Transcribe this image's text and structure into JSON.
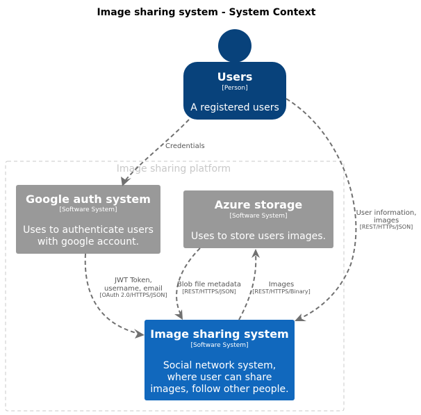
{
  "diagram": {
    "title": "Image sharing system - System Context",
    "boundary": {
      "label": "Image sharing platform"
    },
    "colors": {
      "person": "#08427b",
      "internal_system": "#1168bd",
      "external_system": "#999999",
      "edge": "#707070"
    },
    "nodes": {
      "users": {
        "title": "Users",
        "type": "[Person]",
        "description": [
          "A registered users"
        ]
      },
      "google_auth": {
        "title": "Google auth system",
        "type": "[Software System]",
        "description": [
          "Uses to authenticate users",
          "with google account."
        ]
      },
      "azure_storage": {
        "title": "Azure storage",
        "type": "[Software System]",
        "description": [
          "Uses to store users images."
        ]
      },
      "image_sharing": {
        "title": "Image sharing system",
        "type": "[Software System]",
        "description": [
          "Social network system,",
          "where user can share",
          "images, follow other people."
        ]
      }
    },
    "edges": {
      "credentials": {
        "label": [
          "Credentials"
        ],
        "tech": ""
      },
      "user_info": {
        "label": [
          "User information,",
          "images"
        ],
        "tech": "[REST/HTTPs/JSON]"
      },
      "jwt": {
        "label": [
          "JWT Token,",
          "username, email"
        ],
        "tech": "[OAuth 2.0/HTTPS/JSON]"
      },
      "blob": {
        "label": [
          "Blob file metadata"
        ],
        "tech": "[REST/HTTPS/JSON]"
      },
      "images": {
        "label": [
          "Images"
        ],
        "tech": "[REST/HTTPS/Binary]"
      }
    }
  }
}
